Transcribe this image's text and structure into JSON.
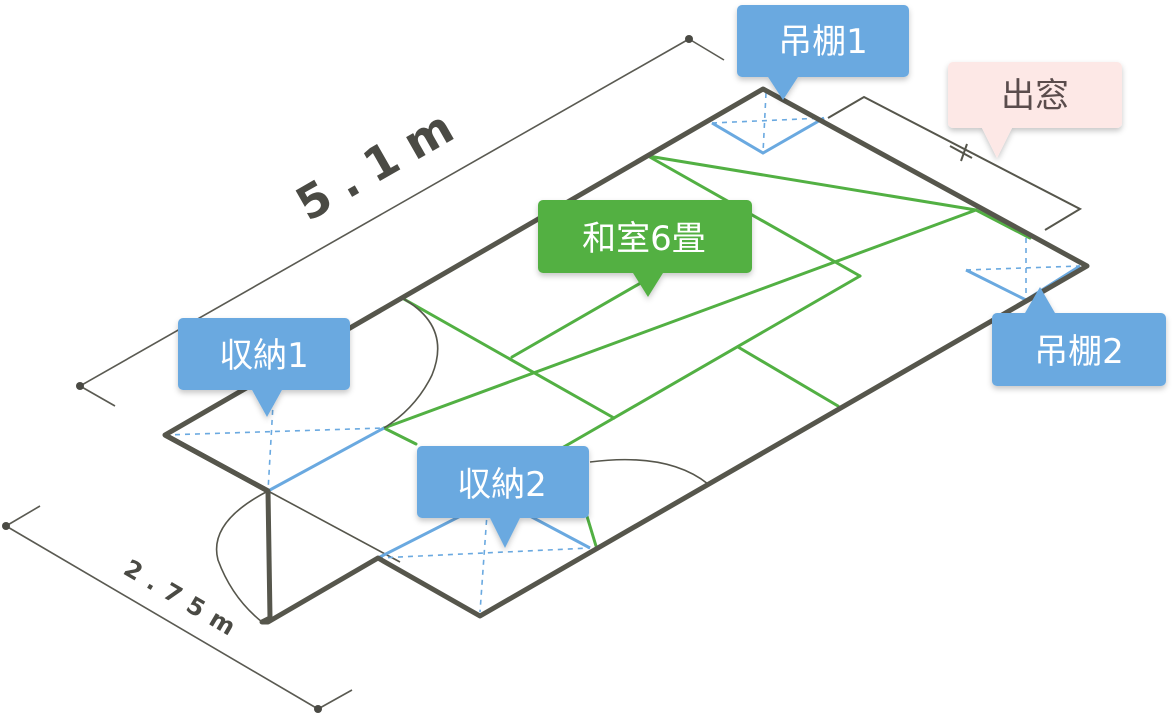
{
  "dimensions": {
    "length": "5.1m",
    "width": "2.75m"
  },
  "labels": {
    "room": "和室6畳",
    "hanging_shelf_1": "吊棚1",
    "hanging_shelf_2": "吊棚2",
    "bay_window": "出窓",
    "storage_1": "収納1",
    "storage_2": "収納2"
  },
  "colors": {
    "wall": "#56564c",
    "tatami_line": "#52b043",
    "storage_line": "#6aa9e0",
    "room_tag": "#52b043",
    "storage_tag": "#6aa9e0",
    "window_tag": "#fde8e6",
    "window_tag_text": "#5a4c4c"
  }
}
